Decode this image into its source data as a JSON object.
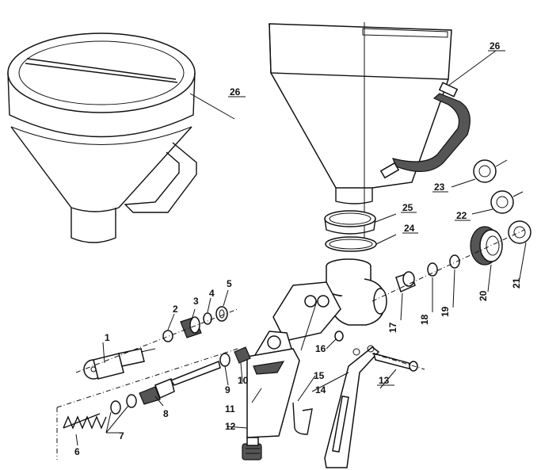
{
  "labels": {
    "l1": "1",
    "l2": "2",
    "l3": "3",
    "l4": "4",
    "l5": "5",
    "l6": "6",
    "l7": "7",
    "l8": "8",
    "l9": "9",
    "l10": "10",
    "l11": "11",
    "l12": "12",
    "l13": "13",
    "l14": "14",
    "l15": "15",
    "l16": "16",
    "l17": "17",
    "l18": "18",
    "l19": "19",
    "l20": "20",
    "l21": "21",
    "l22": "22",
    "l23": "23",
    "l24": "24",
    "l25": "25",
    "l26a": "26",
    "l26b": "26"
  }
}
